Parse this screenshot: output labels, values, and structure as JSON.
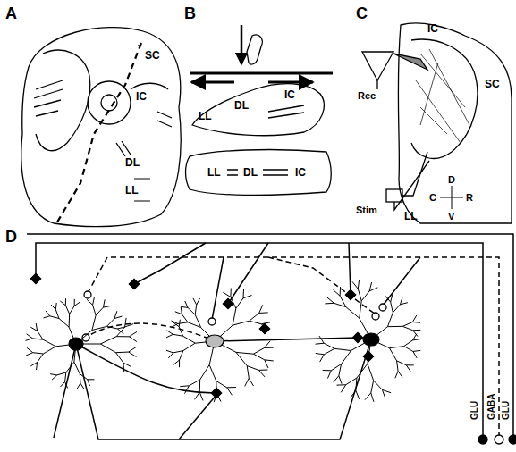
{
  "diagram": {
    "labels": [
      "A",
      "B",
      "C",
      "D",
      "SC",
      "IC",
      "DL",
      "LL",
      "LL",
      "DL",
      "IC",
      "LL",
      "DL",
      "IC",
      "IC",
      "SC",
      "Rec",
      "Stim",
      "LL",
      "D",
      "C",
      "R",
      "V",
      "GLU",
      "GABA",
      "GLU"
    ]
  }
}
